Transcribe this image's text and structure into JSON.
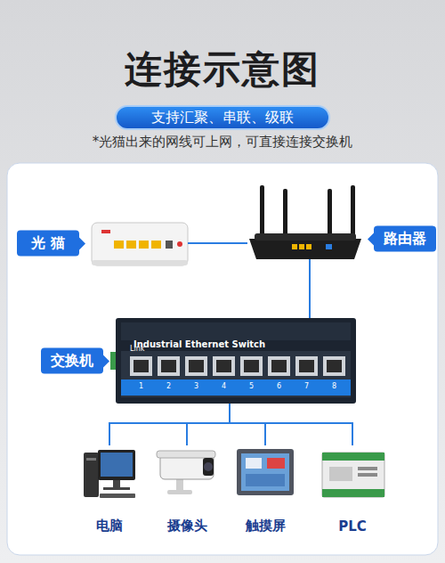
{
  "diagram": {
    "title": "连接示意图",
    "nodes": [
      {
        "text": [
          "支持汇聚、串联、级联"
        ]
      },
      {
        "text": [
          "光 猫"
        ]
      },
      {
        "text": [
          "路由器"
        ]
      },
      {
        "text": [
          "交换机",
          "Industrial Ethernet Switch"
        ]
      },
      {
        "text": [
          "电脑"
        ]
      },
      {
        "text": [
          "摄像头"
        ]
      },
      {
        "text": [
          "触摸屏"
        ]
      },
      {
        "text": [
          "PLC"
        ]
      }
    ],
    "edges": [
      {
        "from": 1,
        "to": 2,
        "arrow": "none"
      },
      {
        "from": 2,
        "to": 3,
        "arrow": "none"
      },
      {
        "from": 3,
        "to": 4,
        "arrow": "none"
      },
      {
        "from": 3,
        "to": 5,
        "arrow": "none"
      },
      {
        "from": 3,
        "to": 6,
        "arrow": "none"
      },
      {
        "from": 3,
        "to": 7,
        "arrow": "none"
      }
    ],
    "labels": [
      "*光猫出来的网线可上网，可直接连接交换机",
      "Link",
      "1",
      "2",
      "3",
      "4",
      "5",
      "6",
      "7",
      "8"
    ]
  }
}
